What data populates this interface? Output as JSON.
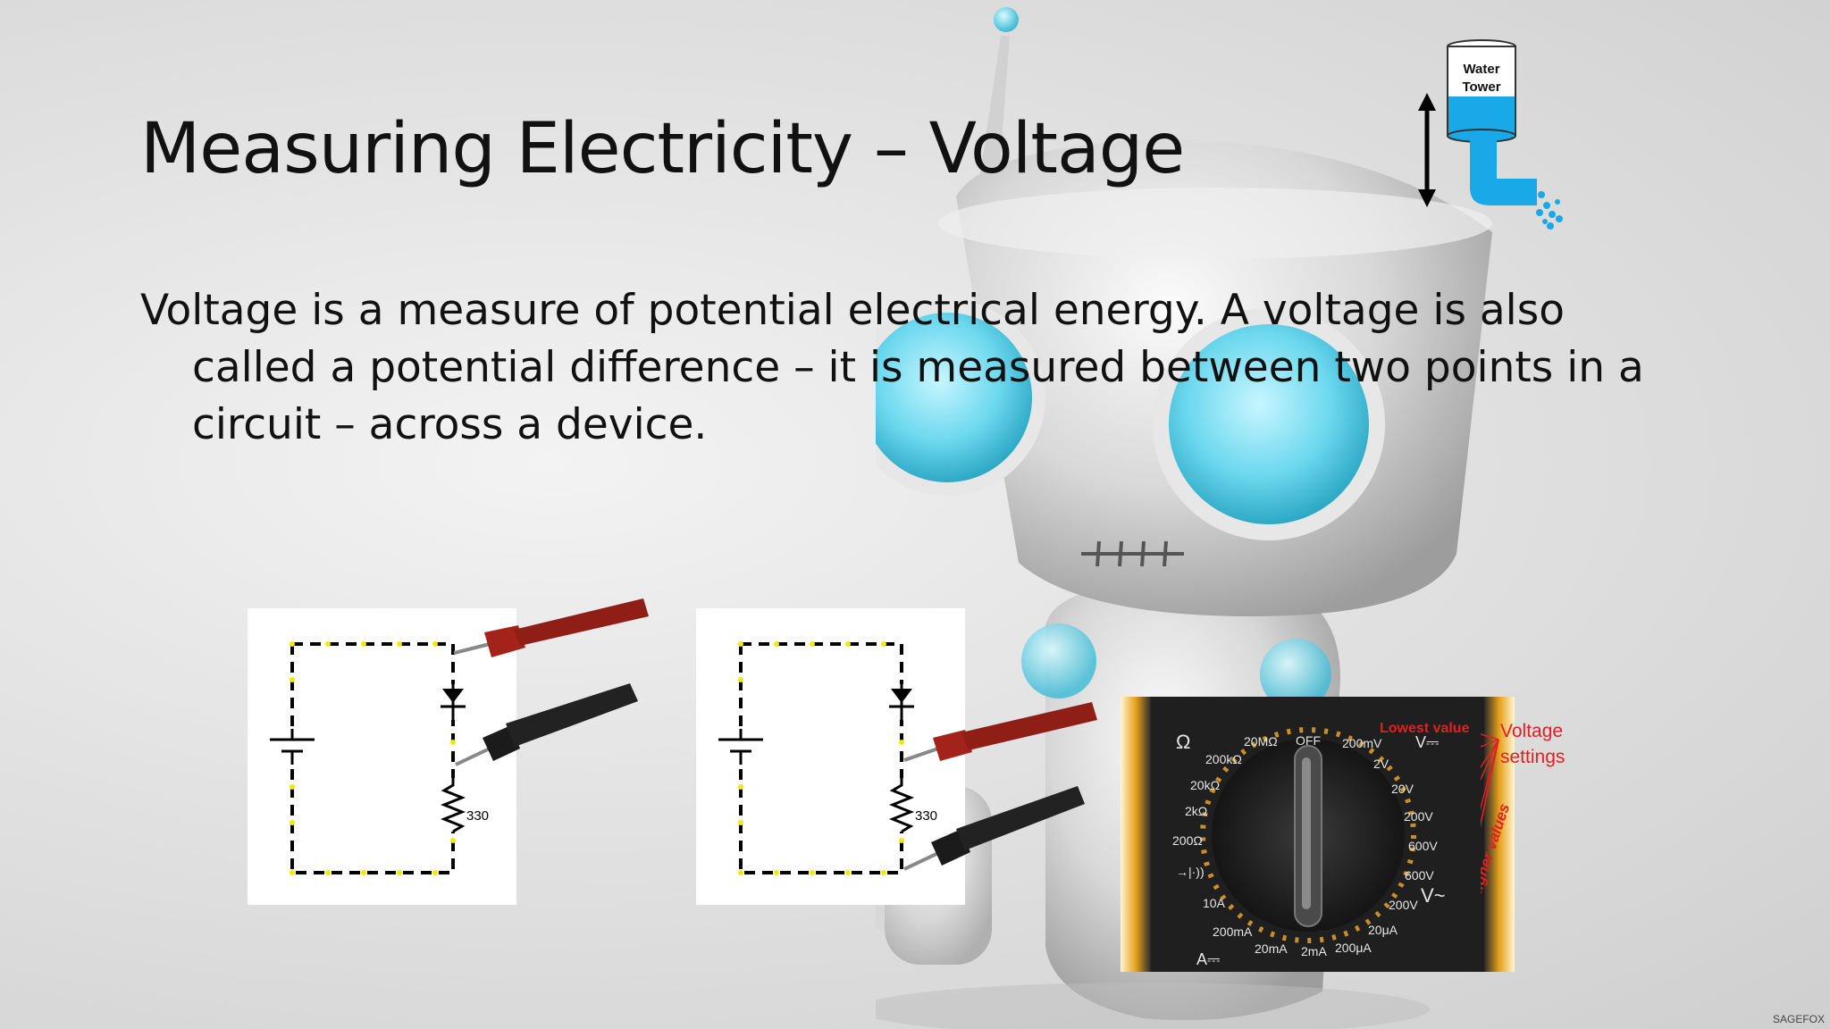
{
  "slide": {
    "title": "Measuring Electricity – Voltage",
    "body_line1": "Voltage is a measure of potential electrical energy. A voltage is also",
    "body_line2": "called a potential difference – it is measured between two points in a",
    "body_line3": "circuit – across a device."
  },
  "water_tower": {
    "label_line1": "Water",
    "label_line2": "Tower"
  },
  "circuits": {
    "resistor_label": "330"
  },
  "meter": {
    "off": "OFF",
    "left_labels": [
      "Ω",
      "20MΩ",
      "200kΩ",
      "20kΩ",
      "2kΩ",
      "200Ω",
      "→|·))",
      "10A",
      "200mA",
      "A⎓"
    ],
    "right_labels": [
      "200mV",
      "V⎓",
      "2V",
      "20V",
      "200V",
      "600V",
      "600V",
      "V~",
      "200V"
    ],
    "bottom_labels": [
      "20mA",
      "2mA",
      "200μA",
      "20μA"
    ]
  },
  "callouts": {
    "lowest_value": "Lowest value",
    "voltage_settings_1": "Voltage",
    "voltage_settings_2": "settings",
    "higher_values": "Higher values"
  },
  "footer": {
    "brand": "SAGEFOX"
  },
  "colors": {
    "accent_cyan": "#5fd0e6",
    "water_blue": "#1aa9e8",
    "probe_red": "#a3231b",
    "probe_black": "#1b1b1b",
    "wire_yellow": "#f2ea00",
    "callout_red": "#e02020"
  }
}
